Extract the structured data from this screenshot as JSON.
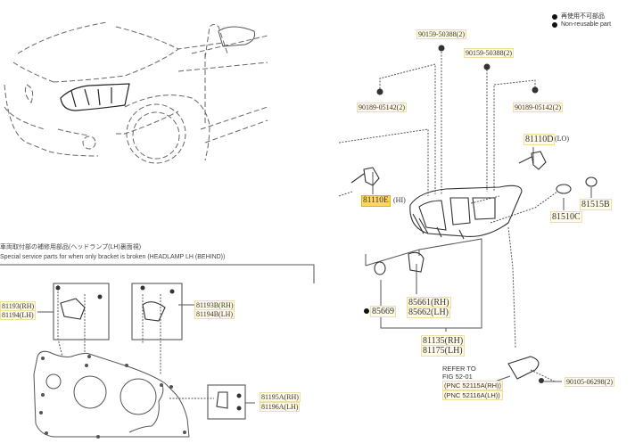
{
  "legend": {
    "items": [
      {
        "symbol": "filled-circle",
        "label": "再使用不可部品"
      },
      {
        "symbol": "filled-circle",
        "label": "Non-reusable part"
      }
    ]
  },
  "section_caption": {
    "jp": "車両取付部の補修用部品(ヘッドランプ(LH)裏面視)",
    "en": "Special service parts for when only bracket is broken (HEADLAMP LH (BEHIND))"
  },
  "parts": {
    "bolt_top_left": "90159-50388(2)",
    "bolt_top_right": "90159-50388(2)",
    "clip_left": "90189-05142(2)",
    "clip_right": "90189-05142(2)",
    "bulb_hi": "81110E",
    "bulb_hi_suffix": "(HI)",
    "bulb_lo": "81110D",
    "bulb_lo_suffix": "(LO)",
    "cap": "81510C",
    "socket": "81515B",
    "gasket": "85669",
    "actuator_rh": "85661(RH)",
    "actuator_lh": "85662(LH)",
    "headlamp_rh": "81135(RH)",
    "headlamp_lh": "81175(LH)",
    "bracket_a_rh": "81193(RH)",
    "bracket_a_lh": "81194(LH)",
    "bracket_b_rh": "81193B(RH)",
    "bracket_b_lh": "81194B(LH)",
    "bracket_c_rh": "81195A(RH)",
    "bracket_c_lh": "81196A(LH)",
    "screw": "90105-06298(2)"
  },
  "refer_note": {
    "line1": "REFER TO",
    "line2": "FIG 52-01",
    "line3": "(PNC 52115A(RH))",
    "line4": "(PNC 52116A(LH))"
  },
  "colors": {
    "label_bg": "#fffbe8",
    "label_border": "#f2dfa0",
    "highlight": "#ffd75e",
    "line": "#555555"
  }
}
